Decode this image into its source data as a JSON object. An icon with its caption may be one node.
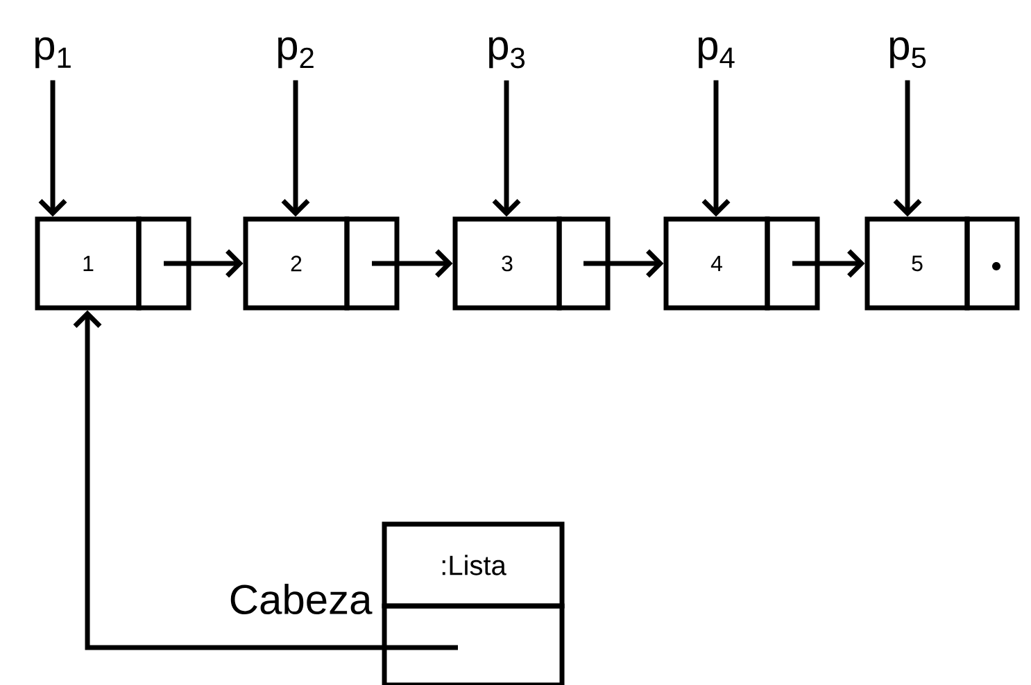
{
  "diagram": {
    "nodes": [
      {
        "text": [
          "p$_{1}$"
        ]
      },
      {
        "text": [
          "p$_{2}$"
        ]
      },
      {
        "text": [
          "p$_{3}$"
        ]
      },
      {
        "text": [
          "p$_{4}$"
        ]
      },
      {
        "text": [
          "p$_{5}$"
        ]
      },
      {
        "text": [
          "1"
        ]
      },
      {
        "text": [],
        "shape": "box"
      },
      {
        "text": [
          "2"
        ]
      },
      {
        "text": [],
        "shape": "box"
      },
      {
        "text": [
          "3"
        ]
      },
      {
        "text": [],
        "shape": "box"
      },
      {
        "text": [
          "4"
        ]
      },
      {
        "text": [],
        "shape": "box"
      },
      {
        "text": [
          "5"
        ]
      },
      {
        "text": [],
        "shape": "box"
      },
      {
        "text": [
          ":Lista"
        ]
      },
      {
        "text": [],
        "shape": "box",
        "beside": [
          "Cabeza"
        ]
      }
    ],
    "edges": [
      {
        "from": 0,
        "to": 5,
        "arrow": "to"
      },
      {
        "from": 1,
        "to": 7,
        "arrow": "to"
      },
      {
        "from": 2,
        "to": 9,
        "arrow": "to"
      },
      {
        "from": 3,
        "to": 11,
        "arrow": "to"
      },
      {
        "from": 4,
        "to": 13,
        "arrow": "to"
      },
      {
        "from": 6,
        "to": 7,
        "arrow": "to"
      },
      {
        "from": 8,
        "to": 9,
        "arrow": "to"
      },
      {
        "from": 10,
        "to": 11,
        "arrow": "to"
      },
      {
        "from": 12,
        "to": 13,
        "arrow": "to"
      },
      {
        "from": 16,
        "to": 5,
        "arrow": "to"
      }
    ]
  }
}
